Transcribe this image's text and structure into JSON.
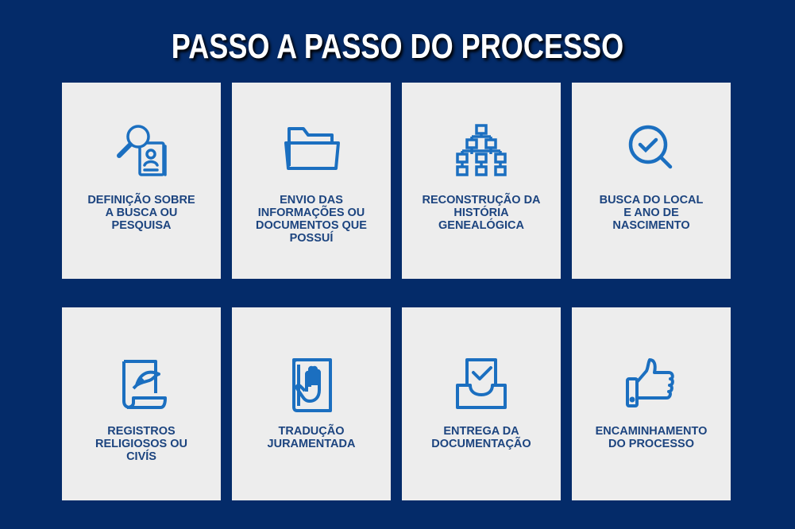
{
  "title": "PASSO A PASSO DO PROCESSO",
  "accent_color": "#1b6fc0",
  "steps": [
    {
      "label": "DEFINIÇÃO SOBRE\nA BUSCA OU\nPESQUISA",
      "icon": "magnifier-document-icon"
    },
    {
      "label": "ENVIO DAS\nINFORMAÇÕES OU\nDOCUMENTOS QUE\nPOSSUÍ",
      "icon": "folder-icon"
    },
    {
      "label": "RECONSTRUÇÃO DA\nHISTÓRIA\nGENEALÓGICA",
      "icon": "family-tree-icon"
    },
    {
      "label": "BUSCA DO LOCAL\nE ANO DE\nNASCIMENTO",
      "icon": "search-check-icon"
    },
    {
      "label": "REGISTROS\nRELIGIOSOS OU\nCIVÍS",
      "icon": "scroll-quill-icon"
    },
    {
      "label": "TRADUÇÃO\nJURAMENTADA",
      "icon": "book-hand-icon"
    },
    {
      "label": "ENTREGA DA\nDOCUMENTAÇÃO",
      "icon": "inbox-check-icon"
    },
    {
      "label": "ENCAMINHAMENTO\nDO PROCESSO",
      "icon": "thumbs-up-icon"
    }
  ]
}
